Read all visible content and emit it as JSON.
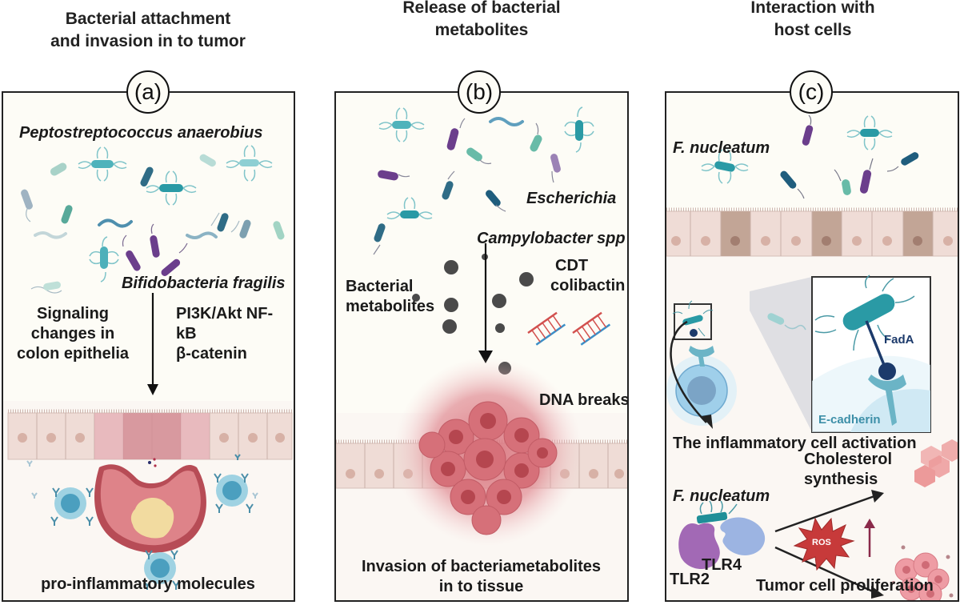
{
  "headings": {
    "a": [
      "Bacterial attachment",
      "and invasion in to tumor"
    ],
    "b": [
      "Release of bacterial",
      "metabolites"
    ],
    "c": [
      "Interaction with",
      "host cells"
    ]
  },
  "panel_labels": {
    "a": "(a)",
    "b": "(b)",
    "c": "(c)"
  },
  "panel_a": {
    "species_top": "Peptostreptococcus anaerobius",
    "species_mid": "Bifidobacteria fragilis",
    "signaling_lines": [
      "Signaling",
      "changes in",
      "colon epithelia"
    ],
    "pathway_lines": [
      "PI3K/Akt  NF-",
      "kB",
      "β-catenin"
    ],
    "bottom_label": "pro-inflammatory molecules",
    "icons": [
      "bacteria-icon",
      "arrow-down-icon",
      "epithelium-icon",
      "tumor-icon",
      "immune-cell-icon",
      "antibody-icon"
    ]
  },
  "panel_b": {
    "species_1": "Escherichia",
    "species_2": "Campylobacter spp",
    "metabolites_lines": [
      "Bacterial",
      "metabolites"
    ],
    "toxins_lines": [
      "CDT",
      "colibactin"
    ],
    "dna_label": "DNA breaks",
    "bottom_lines": [
      "Invasion of bacteriametabolites",
      "in to tissue"
    ],
    "icons": [
      "bacteria-icon",
      "metabolite-dots-icon",
      "arrow-down-icon",
      "dna-break-icon",
      "tumor-mass-icon",
      "epithelium-icon"
    ]
  },
  "panel_c": {
    "species_top": "F. nucleatum",
    "adhesin_label": "FadA",
    "receptor_label": "E-cadherin",
    "activation_label": "The inflammatory  cell activation",
    "species_bottom": "F. nucleatum",
    "tlr4": "TLR4",
    "tlr2": "TLR2",
    "ros": "ROS",
    "cholesterol_lines": [
      "Cholesterol",
      "synthesis"
    ],
    "proliferation_label": "Tumor cell proliferation",
    "icons": [
      "bacteria-icon",
      "epithelium-icon",
      "zoom-inset-icon",
      "immune-cell-icon",
      "curved-arrow-icon",
      "tlr-receptor-icon",
      "ros-burst-icon",
      "up-arrow-icon",
      "cholesterol-hexagon-icon",
      "tumor-cluster-icon"
    ]
  },
  "colors": {
    "panel_bg": "#fdfcf6",
    "border": "#222222",
    "teal": "#2aa3ae",
    "dark_blue": "#1f5d7d",
    "purple": "#6b3e8c",
    "tumor_red": "#d06a70",
    "ros_red": "#c73a3a",
    "immune_blue": "#7ec3dc"
  }
}
